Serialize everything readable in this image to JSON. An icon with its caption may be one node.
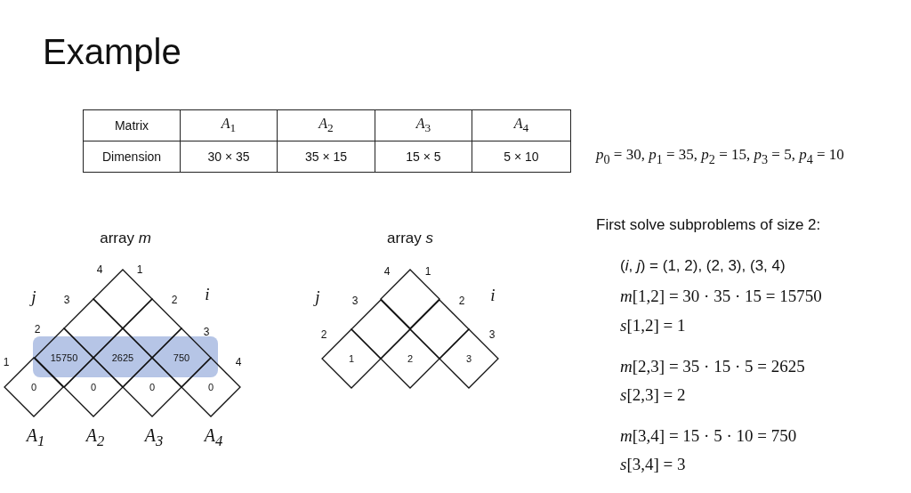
{
  "diagram": {
    "title": "Example",
    "nodes": [
      {
        "text": [],
        "shape": "diamond"
      },
      {
        "text": [],
        "shape": "diamond"
      },
      {
        "text": [],
        "shape": "diamond"
      },
      {
        "text": [
          "15750"
        ]
      },
      {
        "text": [
          "2625"
        ]
      },
      {
        "text": [
          "750"
        ]
      },
      {
        "text": [
          "0"
        ]
      },
      {
        "text": [
          "0"
        ]
      },
      {
        "text": [
          "0"
        ]
      },
      {
        "text": [
          "0"
        ]
      },
      {
        "text": [],
        "shape": "diamond"
      },
      {
        "text": [],
        "shape": "diamond"
      },
      {
        "text": [],
        "shape": "diamond"
      },
      {
        "text": [
          "1"
        ]
      },
      {
        "text": [
          "2"
        ]
      },
      {
        "text": [
          "3"
        ]
      }
    ],
    "labels": [
      "Matrix",
      "*A*$_{1}$",
      "*A*$_{2}$",
      "*A*$_{3}$",
      "*A*$_{4}$",
      "Dimension",
      "30 × 35",
      "35 × 15",
      "15 × 5",
      "5 × 10",
      "*p*$_{0}$ = 30, *p*$_{1}$ = 35, *p*$_{2}$ = 15, *p*$_{3}$ = 5, *p*$_{4}$ = 10",
      "First solve subproblems of size 2:",
      "array *m*",
      "array *s*",
      "4",
      "1",
      "j",
      "3",
      "2",
      "i",
      "2",
      "3",
      "1",
      "4",
      "A$_{1}$",
      "A$_{2}$",
      "A$_{3}$",
      "A$_{4}$",
      "4",
      "1",
      "j",
      "3",
      "2",
      "i",
      "2",
      "3",
      "(*i*, *j*) = (1, 2), (2, 3), (3, 4)",
      "*m*[1,2] = 30 · 35 · 15 = 15750",
      "*s*[1,2] = 1",
      "*m*[2,3] = 35 · 15 · 5 = 2625",
      "*s*[2,3] = 2",
      "*m*[3,4] = 15 · 5 · 10 = 750",
      "*s*[3,4] = 3"
    ]
  }
}
